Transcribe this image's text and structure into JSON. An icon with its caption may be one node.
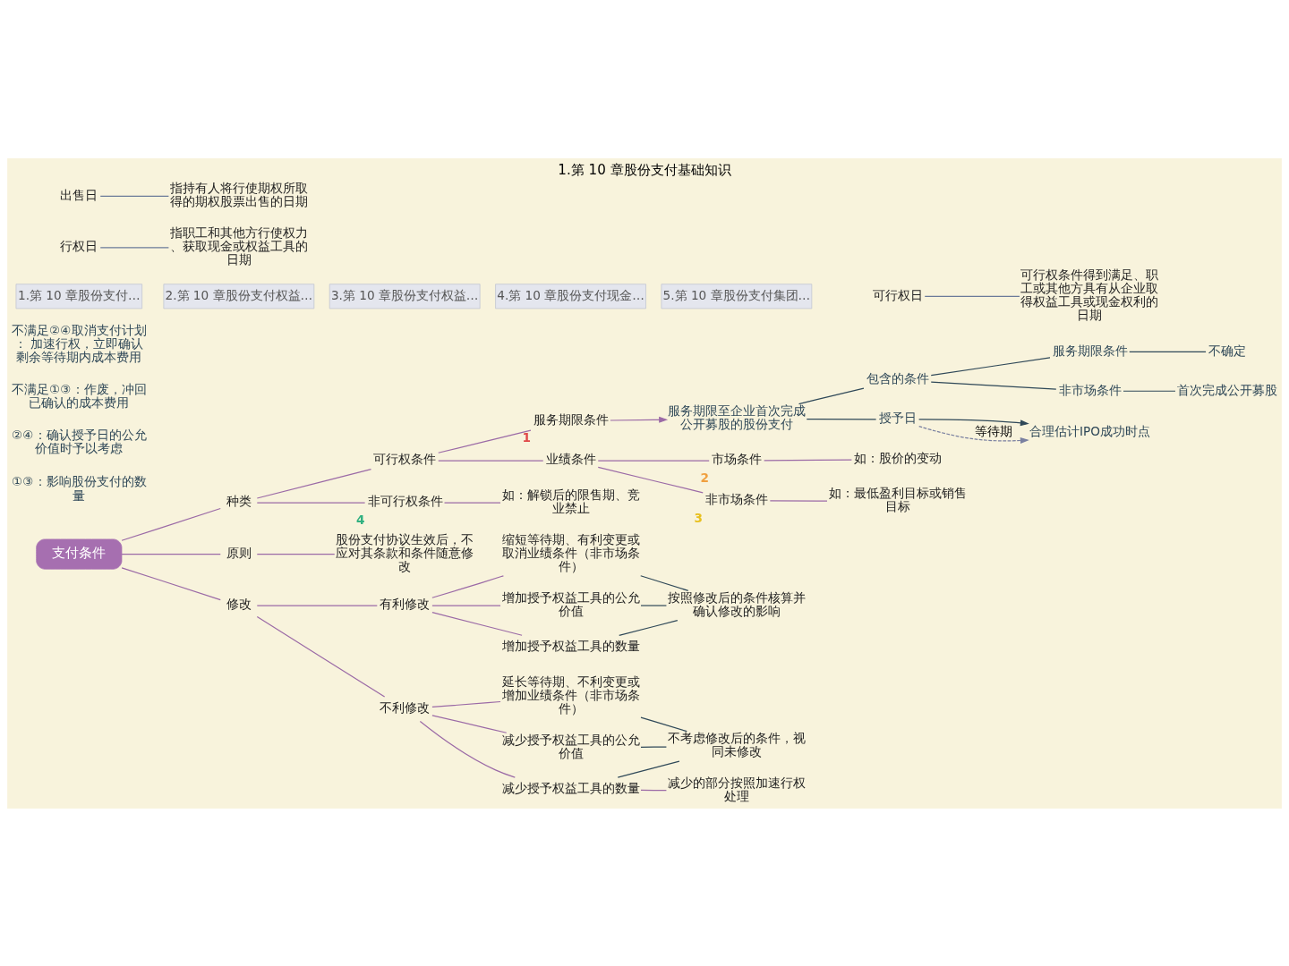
{
  "diagram": {
    "title": "1.第 10 章股份支付基础知识",
    "nodes": [
      {
        "text": [
          "支付条件"
        ]
      },
      {
        "text": [
          "种类"
        ]
      },
      {
        "text": [
          "可行权条件"
        ]
      },
      {
        "text": [
          "服务期限条件"
        ],
        "beside": [
          "1"
        ]
      },
      {
        "text": [
          "业绩条件"
        ]
      },
      {
        "text": [
          "市场条件"
        ],
        "beside": [
          "2"
        ]
      },
      {
        "text": [
          "如：股价的变动"
        ]
      },
      {
        "text": [
          "非市场条件"
        ],
        "beside": [
          "3"
        ]
      },
      {
        "text": [
          "如：最低盈利目标或销售目标"
        ]
      },
      {
        "text": [
          "非可行权条件"
        ],
        "beside": [
          "4"
        ]
      },
      {
        "text": [
          "如：解锁后的限售期、竞业禁止"
        ]
      },
      {
        "text": [
          "原则"
        ]
      },
      {
        "text": [
          "股份支付协议生效后，不应对其条款和条件随意修改"
        ]
      },
      {
        "text": [
          "修改"
        ]
      },
      {
        "text": [
          "有利修改"
        ]
      },
      {
        "text": [
          "缩短等待期、有利变更或取消业绩条件（非市场条件）"
        ]
      },
      {
        "text": [
          "增加授予权益工具的公允价值"
        ]
      },
      {
        "text": [
          "增加授予权益工具的数量"
        ]
      },
      {
        "text": [
          "按照修改后的条件核算并确认修改的影响"
        ]
      },
      {
        "text": [
          "不利修改"
        ]
      },
      {
        "text": [
          "延长等待期、不利变更或增加业绩条件（非市场条件）"
        ]
      },
      {
        "text": [
          "减少授予权益工具的公允价值"
        ]
      },
      {
        "text": [
          "减少授予权益工具的数量"
        ]
      },
      {
        "text": [
          "减少的部分按照加速行权处理"
        ]
      },
      {
        "text": [
          "不考虑修改后的条件，视同未修改"
        ]
      },
      {
        "text": [
          "服务期限至企业首次完成公开募股的股份支付"
        ]
      },
      {
        "text": [
          "包含的条件"
        ]
      },
      {
        "text": [
          "服务期限条件"
        ]
      },
      {
        "text": [
          "不确定"
        ]
      },
      {
        "text": [
          "非市场条件"
        ]
      },
      {
        "text": [
          "首次完成公开募股"
        ]
      },
      {
        "text": [
          "授予日"
        ]
      },
      {
        "text": [
          "合理估计IPO成功时点"
        ]
      },
      {
        "text": [
          "①③：影响股份支付的数量"
        ]
      },
      {
        "text": [
          "②④：确认授予日的公允价值时予以考虑"
        ]
      },
      {
        "text": [
          "不满足①③：作废，冲回已确认的成本费用"
        ]
      },
      {
        "text": [
          "不满足②④取消支付计划： 加速行权，立即确认剩余等待期内成本费用"
        ]
      },
      {
        "text": [
          "可行权日"
        ]
      },
      {
        "text": [
          "可行权条件得到满足、职工或其他方具有从企业取得权益工具或现金权利的日期"
        ]
      },
      {
        "text": [
          "行权日"
        ]
      },
      {
        "text": [
          "指职工和其他方行使权力、获取现金或权益工具的日期"
        ]
      },
      {
        "text": [
          "出售日"
        ]
      },
      {
        "text": [
          "指持有人将行使期权所取得的期权股票出售的日期"
        ]
      }
    ],
    "edges": [
      {
        "from": 0,
        "to": 1,
        "arrow": "none"
      },
      {
        "from": 0,
        "to": 11,
        "arrow": "none"
      },
      {
        "from": 0,
        "to": 13,
        "arrow": "none"
      },
      {
        "from": 1,
        "to": 2,
        "arrow": "none"
      },
      {
        "from": 1,
        "to": 9,
        "arrow": "none"
      },
      {
        "from": 2,
        "to": 3,
        "arrow": "none"
      },
      {
        "from": 2,
        "to": 4,
        "arrow": "none"
      },
      {
        "from": 4,
        "to": 5,
        "arrow": "none"
      },
      {
        "from": 4,
        "to": 7,
        "arrow": "none"
      },
      {
        "from": 5,
        "to": 6,
        "arrow": "none"
      },
      {
        "from": 7,
        "to": 8,
        "arrow": "none"
      },
      {
        "from": 9,
        "to": 10,
        "arrow": "none"
      },
      {
        "from": 11,
        "to": 12,
        "arrow": "none"
      },
      {
        "from": 13,
        "to": 14,
        "arrow": "none"
      },
      {
        "from": 13,
        "to": 19,
        "arrow": "none"
      },
      {
        "from": 14,
        "to": 15,
        "arrow": "none"
      },
      {
        "from": 14,
        "to": 16,
        "arrow": "none"
      },
      {
        "from": 14,
        "to": 17,
        "arrow": "none"
      },
      {
        "from": 15,
        "to": 18,
        "arrow": "none",
        "color": "#2f4858"
      },
      {
        "from": 16,
        "to": 18,
        "arrow": "none",
        "color": "#2f4858"
      },
      {
        "from": 17,
        "to": 18,
        "arrow": "none",
        "color": "#2f4858"
      },
      {
        "from": 19,
        "to": 20,
        "arrow": "none"
      },
      {
        "from": 19,
        "to": 21,
        "arrow": "none"
      },
      {
        "from": 19,
        "to": 22,
        "arrow": "none"
      },
      {
        "from": 22,
        "to": 23,
        "arrow": "none"
      },
      {
        "from": 20,
        "to": 24,
        "arrow": "none",
        "color": "#2f4858"
      },
      {
        "from": 21,
        "to": 24,
        "arrow": "none",
        "color": "#2f4858"
      },
      {
        "from": 22,
        "to": 24,
        "arrow": "none",
        "color": "#2f4858"
      },
      {
        "from": 3,
        "to": 25,
        "arrow": "to"
      },
      {
        "from": 25,
        "to": 26,
        "arrow": "none",
        "color": "#2f4858"
      },
      {
        "from": 25,
        "to": 31,
        "arrow": "none",
        "color": "#2f4858"
      },
      {
        "from": 26,
        "to": 27,
        "arrow": "none",
        "color": "#2f4858"
      },
      {
        "from": 26,
        "to": 29,
        "arrow": "none",
        "color": "#2f4858"
      },
      {
        "from": 27,
        "to": 28,
        "arrow": "none",
        "color": "#2f4858"
      },
      {
        "from": 29,
        "to": 30,
        "arrow": "none",
        "color": "#2f4858"
      },
      {
        "from": 31,
        "to": 32,
        "arrow": "to",
        "color": "#2f4858"
      },
      {
        "from": 31,
        "to": 32,
        "arrow": "to",
        "label": "等待期",
        "style": "dashed",
        "color": "#7a80a0"
      },
      {
        "from": 37,
        "to": 38,
        "arrow": "none",
        "color": "#6b7a99"
      },
      {
        "from": 39,
        "to": 40,
        "arrow": "none",
        "color": "#6b7a99"
      },
      {
        "from": 41,
        "to": 42,
        "arrow": "none",
        "color": "#6b7a99"
      }
    ],
    "labels": [
      "1.第 10 章股份支付…",
      "2.第 10 章股份支付权益…",
      "3.第 10 章股份支付权益…",
      "4.第 10 章股份支付现金…",
      "5.第 10 章股份支付集团…"
    ]
  }
}
